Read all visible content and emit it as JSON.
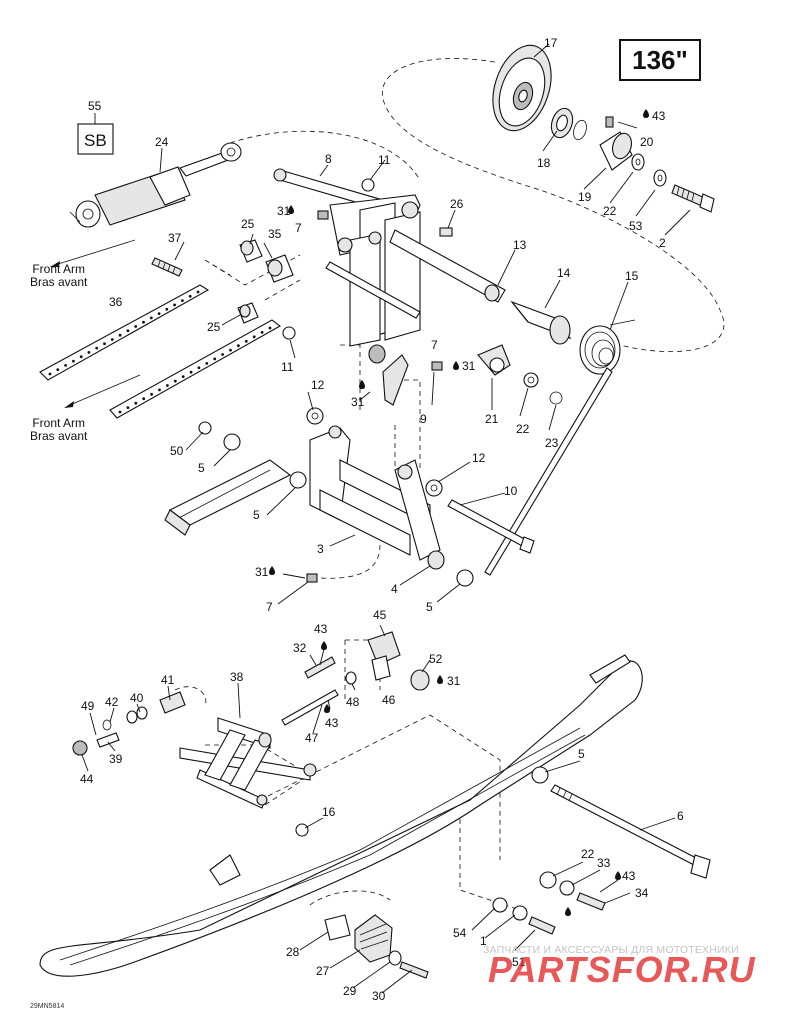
{
  "header": {
    "length_label": "136\""
  },
  "labels": {
    "front_arm_upper": [
      "Front Arm",
      "Bras avant"
    ],
    "front_arm_lower": [
      "Front Arm",
      "Bras avant"
    ]
  },
  "decal": {
    "text": "SB"
  },
  "footer": {
    "diagram_code": "29MN5814"
  },
  "watermark": {
    "caption": "ЗАПЧАСТИ И АКСЕССУАРЫ ДЛЯ МОТОТЕХНИКИ",
    "brand": "PARTSFOR.RU",
    "color": "#e02020"
  },
  "callouts": {
    "c1": "1",
    "c2": "2",
    "c3": "3",
    "c4": "4",
    "c5a": "5",
    "c5b": "5",
    "c5c": "5",
    "c5d": "5",
    "c6": "6",
    "c7a": "7",
    "c7b": "7",
    "c7c": "7",
    "c8": "8",
    "c9": "9",
    "c10": "10",
    "c11a": "11",
    "c11b": "11",
    "c12a": "12",
    "c12b": "12",
    "c13": "13",
    "c14": "14",
    "c15": "15",
    "c16": "16",
    "c17": "17",
    "c18": "18",
    "c19": "19",
    "c20": "20",
    "c21": "21",
    "c22a": "22",
    "c22b": "22",
    "c22c": "22",
    "c23": "23",
    "c24": "24",
    "c25a": "25",
    "c25b": "25",
    "c26": "26",
    "c27": "27",
    "c28": "28",
    "c29": "29",
    "c30": "30",
    "c31a": "31",
    "c31b": "31",
    "c31c": "31",
    "c31d": "31",
    "c31e": "31",
    "c32": "32",
    "c33": "33",
    "c34": "34",
    "c35": "35",
    "c36": "36",
    "c37": "37",
    "c38": "38",
    "c39": "39",
    "c40": "40",
    "c41": "41",
    "c42": "42",
    "c43a": "43",
    "c43b": "43",
    "c43c": "43",
    "c43d": "43",
    "c44": "44",
    "c45": "45",
    "c46": "46",
    "c47": "47",
    "c48": "48",
    "c49": "49",
    "c50": "50",
    "c51": "51",
    "c52": "52",
    "c53": "53",
    "c54": "54",
    "c55": "55"
  }
}
